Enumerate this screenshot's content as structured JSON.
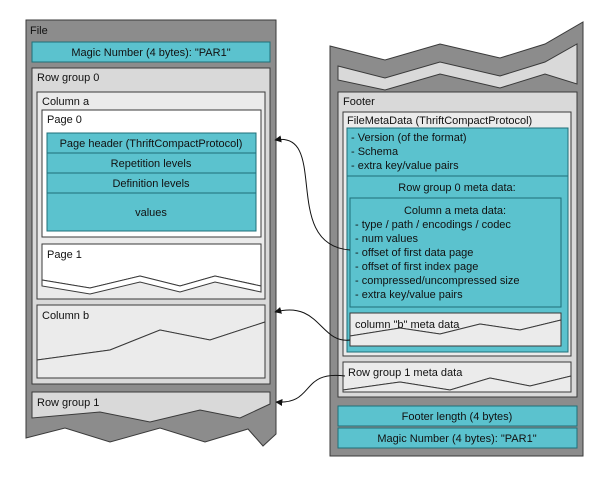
{
  "file": {
    "title": "File",
    "magic": "Magic Number (4 bytes): \"PAR1\"",
    "row_group_0": {
      "title": "Row group 0",
      "column_a": {
        "title": "Column a",
        "page_0": {
          "title": "Page 0",
          "sections": [
            "Page header (ThriftCompactProtocol)",
            "Repetition levels",
            "Definition levels",
            "values"
          ]
        },
        "page_1": {
          "title": "Page 1"
        }
      },
      "column_b": {
        "title": "Column b"
      }
    },
    "row_group_1": {
      "title": "Row group 1"
    }
  },
  "footer": {
    "title": "Footer",
    "filemetadata": {
      "title": "FileMetaData (ThriftCompactProtocol)",
      "items": [
        "- Version (of the format)",
        "- Schema",
        "- extra key/value pairs"
      ],
      "row_group_0_meta": {
        "title": "Row group 0 meta data:",
        "column_a_meta": {
          "title": "Column a meta data:",
          "items": [
            "- type / path / encodings / codec",
            "- num values",
            "- offset of first data page",
            "- offset of first index page",
            "- compressed/uncompressed size",
            "- extra key/value pairs"
          ]
        },
        "column_b_meta": "column \"b\" meta data"
      },
      "row_group_1_meta": "Row group 1 meta data"
    },
    "length": "Footer length (4 bytes)",
    "magic": "Magic Number (4 bytes): \"PAR1\""
  },
  "colors": {
    "outer_panel": "#8c8c8c",
    "inner_panel": "#d9d9d9",
    "light_panel": "#ebebeb",
    "accent": "#5bc2ce",
    "accent_stroke": "#1f6f78",
    "border": "#3a3a3a"
  }
}
